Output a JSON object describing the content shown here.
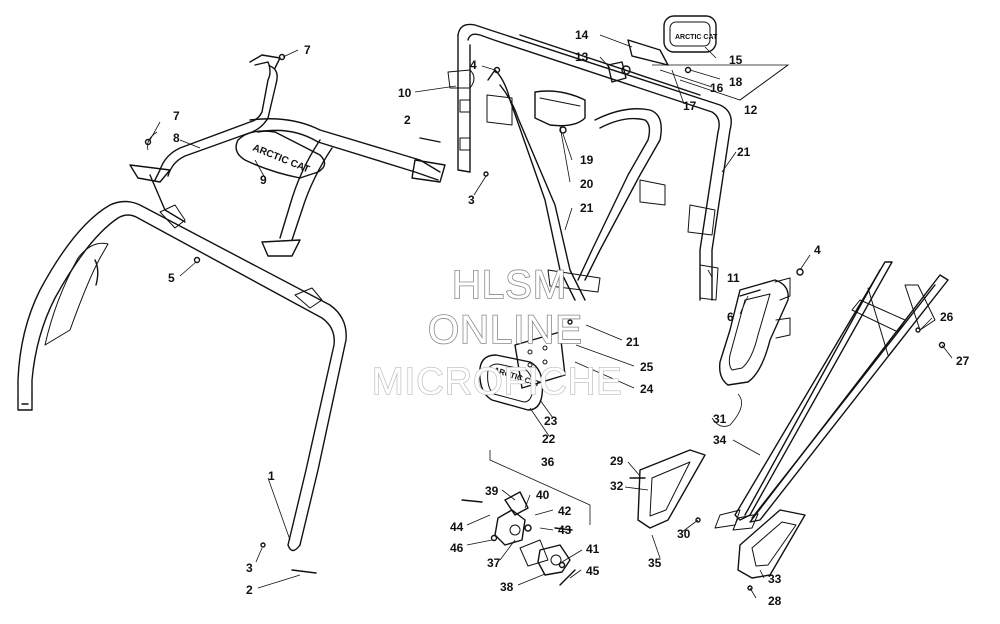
{
  "watermark": {
    "line1": "HLSM",
    "line2": "ONLINE",
    "line3": "MICROFICHE"
  },
  "decals": {
    "rear_plate": "ARCTIC CAT",
    "tail_light": "ARCTIC CAT"
  },
  "callouts": [
    {
      "id": "c1",
      "label": "1"
    },
    {
      "id": "c2a",
      "label": "2"
    },
    {
      "id": "c2b",
      "label": "2"
    },
    {
      "id": "c3a",
      "label": "3"
    },
    {
      "id": "c3b",
      "label": "3"
    },
    {
      "id": "c4a",
      "label": "4"
    },
    {
      "id": "c4b",
      "label": "4"
    },
    {
      "id": "c5",
      "label": "5"
    },
    {
      "id": "c6",
      "label": "6"
    },
    {
      "id": "c7a",
      "label": "7"
    },
    {
      "id": "c7b",
      "label": "7"
    },
    {
      "id": "c8",
      "label": "8"
    },
    {
      "id": "c9",
      "label": "9"
    },
    {
      "id": "c10",
      "label": "10"
    },
    {
      "id": "c11",
      "label": "11"
    },
    {
      "id": "c12",
      "label": "12"
    },
    {
      "id": "c13",
      "label": "13"
    },
    {
      "id": "c14",
      "label": "14"
    },
    {
      "id": "c15",
      "label": "15"
    },
    {
      "id": "c16",
      "label": "16"
    },
    {
      "id": "c17",
      "label": "17"
    },
    {
      "id": "c18",
      "label": "18"
    },
    {
      "id": "c19",
      "label": "19"
    },
    {
      "id": "c20",
      "label": "20"
    },
    {
      "id": "c21a",
      "label": "21"
    },
    {
      "id": "c21b",
      "label": "21"
    },
    {
      "id": "c21c",
      "label": "21"
    },
    {
      "id": "c22",
      "label": "22"
    },
    {
      "id": "c23",
      "label": "23"
    },
    {
      "id": "c24",
      "label": "24"
    },
    {
      "id": "c25",
      "label": "25"
    },
    {
      "id": "c26",
      "label": "26"
    },
    {
      "id": "c27",
      "label": "27"
    },
    {
      "id": "c28",
      "label": "28"
    },
    {
      "id": "c29",
      "label": "29"
    },
    {
      "id": "c30",
      "label": "30"
    },
    {
      "id": "c31",
      "label": "31"
    },
    {
      "id": "c32",
      "label": "32"
    },
    {
      "id": "c33",
      "label": "33"
    },
    {
      "id": "c34",
      "label": "34"
    },
    {
      "id": "c35",
      "label": "35"
    },
    {
      "id": "c36",
      "label": "36"
    },
    {
      "id": "c37",
      "label": "37"
    },
    {
      "id": "c38",
      "label": "38"
    },
    {
      "id": "c39",
      "label": "39"
    },
    {
      "id": "c40",
      "label": "40"
    },
    {
      "id": "c41",
      "label": "41"
    },
    {
      "id": "c42",
      "label": "42"
    },
    {
      "id": "c43",
      "label": "43"
    },
    {
      "id": "c44",
      "label": "44"
    },
    {
      "id": "c45",
      "label": "45"
    },
    {
      "id": "c46",
      "label": "46"
    }
  ]
}
